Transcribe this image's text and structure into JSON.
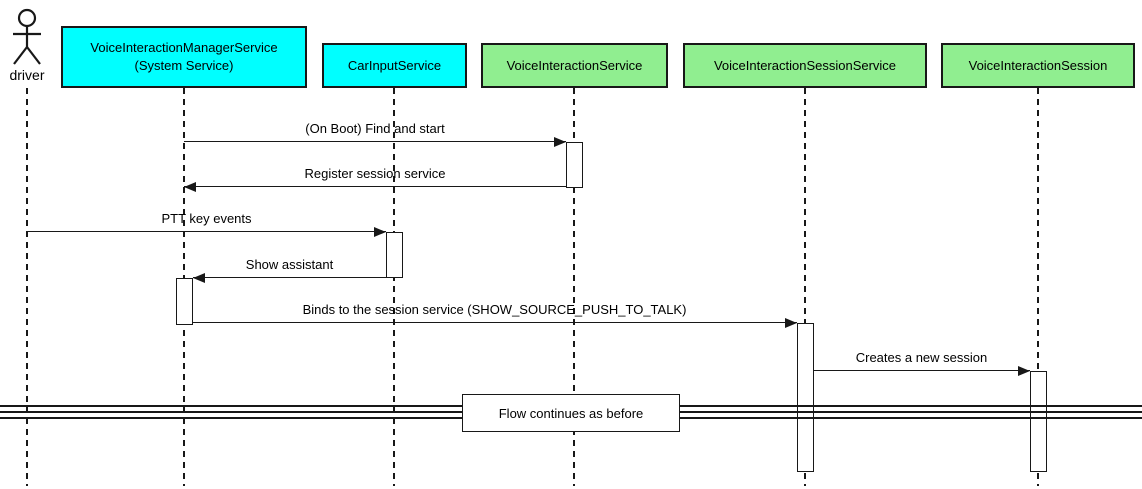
{
  "diagram": {
    "type": "uml-sequence-diagram",
    "actor": {
      "name": "driver"
    },
    "participants": [
      {
        "id": "voice-interaction-manager-service",
        "label": "VoiceInteractionManagerService\n(System Service)",
        "fill": "cyan_fill"
      },
      {
        "id": "car-input-service",
        "label": "CarInputService",
        "fill": "cyan_fill"
      },
      {
        "id": "voice-interaction-service",
        "label": "VoiceInteractionService",
        "fill": "green_fill"
      },
      {
        "id": "voice-interaction-session-service",
        "label": "VoiceInteractionSessionService",
        "fill": "green_fill"
      },
      {
        "id": "voice-interaction-session",
        "label": "VoiceInteractionSession",
        "fill": "green_fill"
      }
    ],
    "messages": [
      {
        "label": "(On Boot) Find and start",
        "from": "VoiceInteractionManagerService",
        "to": "VoiceInteractionService"
      },
      {
        "label": "Register session service",
        "from": "VoiceInteractionService",
        "to": "VoiceInteractionManagerService"
      },
      {
        "label": "PTT key events",
        "from": "driver",
        "to": "CarInputService"
      },
      {
        "label": "Show assistant",
        "from": "CarInputService",
        "to": "VoiceInteractionManagerService"
      },
      {
        "label": "Binds to the session service (SHOW_SOURCE_PUSH_TO_TALK)",
        "from": "VoiceInteractionManagerService",
        "to": "VoiceInteractionSessionService"
      },
      {
        "label": "Creates a new session",
        "from": "VoiceInteractionSessionService",
        "to": "VoiceInteractionSession"
      }
    ],
    "divider": {
      "label": "Flow continues as before"
    },
    "colors": {
      "cyan_fill": "#00FFFF",
      "green_fill": "#90EE90",
      "stroke": "#181818",
      "background": "#FFFFFF"
    }
  }
}
